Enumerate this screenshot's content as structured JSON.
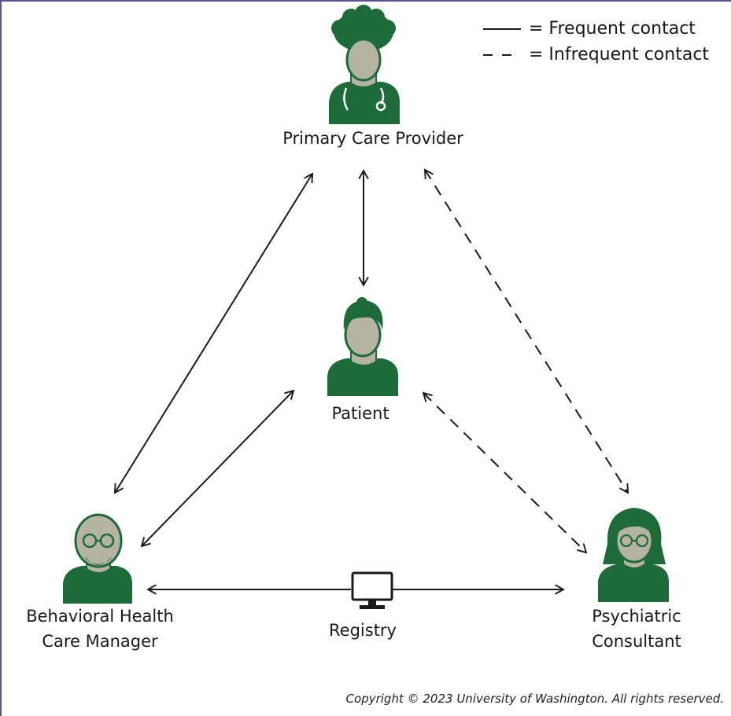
{
  "legend": {
    "solid_label": "= Frequent contact",
    "dashed_label": "= Infrequent contact"
  },
  "roles": {
    "pcp": "Primary Care Provider",
    "patient": "Patient",
    "bhcm_line1": "Behavioral Health",
    "bhcm_line2": "Care Manager",
    "psych_line1": "Psychiatric",
    "psych_line2": "Consultant",
    "registry": "Registry"
  },
  "copyright": "Copyright © 2023 University of Washington. All rights reserved.",
  "colors": {
    "figure_green": "#1e6b3a",
    "face_gray": "#b5b4a3",
    "arrow": "#1a1a1a",
    "border": "#5a5490"
  },
  "connections": [
    {
      "from": "Primary Care Provider",
      "to": "Patient",
      "style": "solid"
    },
    {
      "from": "Primary Care Provider",
      "to": "Behavioral Health Care Manager",
      "style": "solid"
    },
    {
      "from": "Patient",
      "to": "Behavioral Health Care Manager",
      "style": "solid"
    },
    {
      "from": "Behavioral Health Care Manager",
      "to": "Psychiatric Consultant",
      "style": "solid"
    },
    {
      "from": "Primary Care Provider",
      "to": "Psychiatric Consultant",
      "style": "dashed"
    },
    {
      "from": "Patient",
      "to": "Psychiatric Consultant",
      "style": "dashed"
    }
  ]
}
